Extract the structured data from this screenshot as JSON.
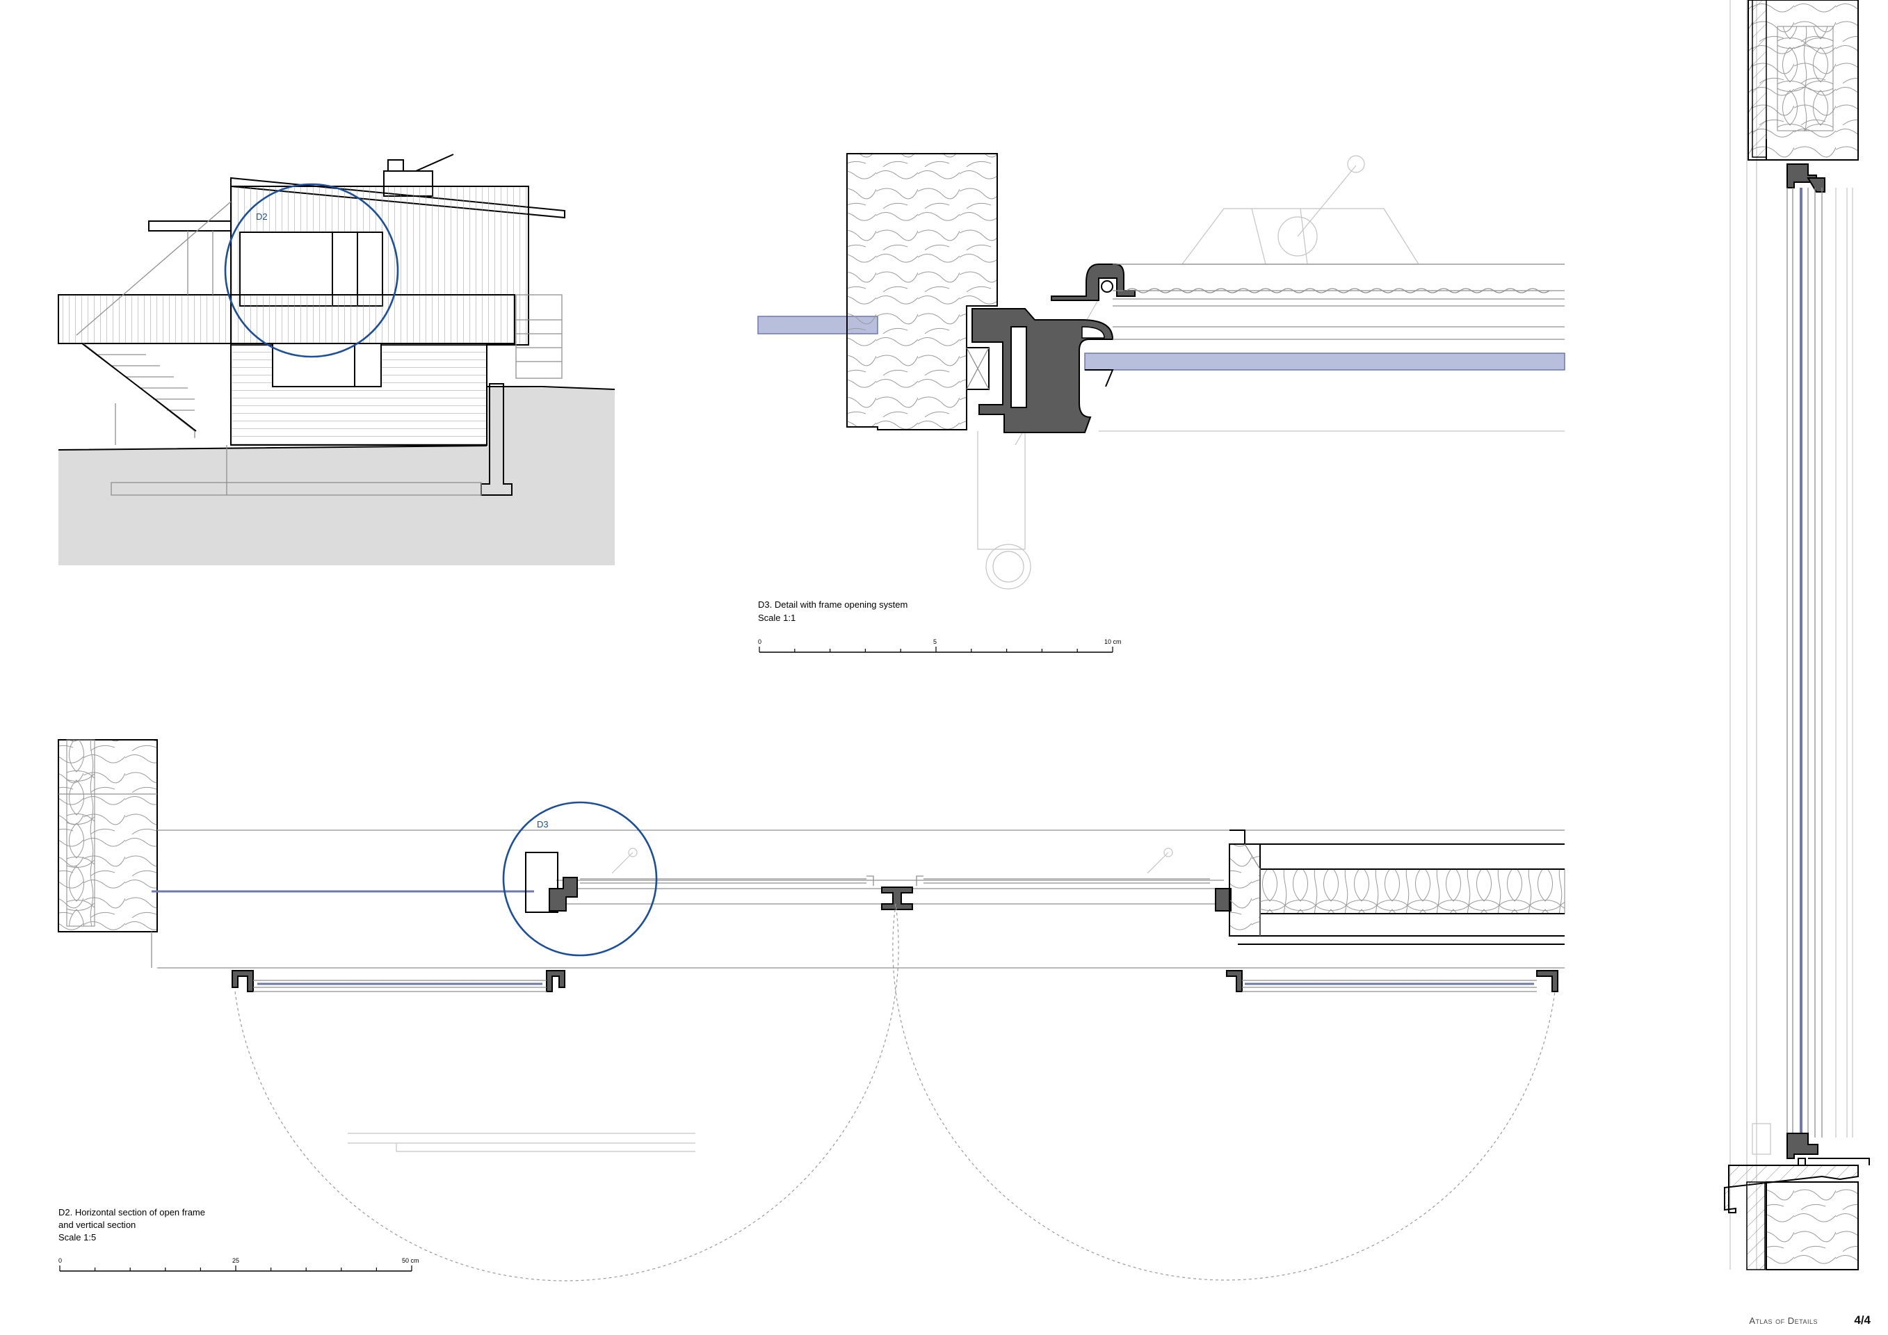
{
  "callouts": {
    "d2": "D2",
    "d3": "D3"
  },
  "detail_d3": {
    "caption_line1": "D3. Detail with frame opening system",
    "caption_line2": "Scale 1:1",
    "scale_ticks": [
      "0",
      "5",
      "10 cm"
    ]
  },
  "detail_d2": {
    "caption_line1": "D2. Horizontal section of open frame",
    "caption_line2": "and vertical section",
    "caption_line3": "Scale 1:5",
    "scale_ticks": [
      "0",
      "25",
      "50 cm"
    ]
  },
  "footer": {
    "title": "Atlas of Details",
    "page": "4/4"
  },
  "colors": {
    "callout_blue": "#1b4e9b",
    "glass": "#b8bfdc",
    "ground": "#dcdcdc",
    "profile": "#5c5c5c"
  }
}
